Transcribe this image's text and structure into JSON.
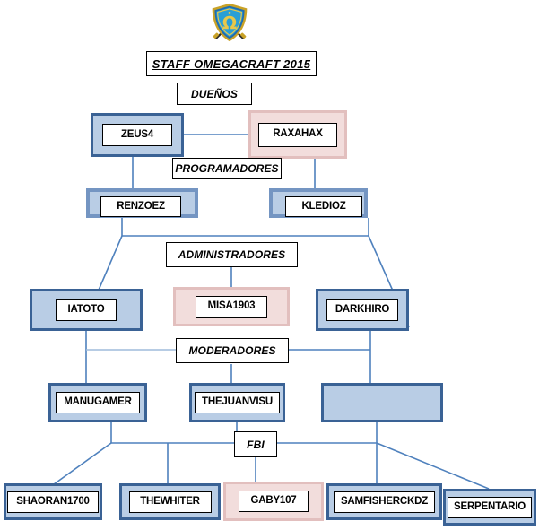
{
  "document": {
    "title": "STAFF OMEGACRAFT 2015",
    "logo": "omega-shield-crest"
  },
  "colors": {
    "blue_fill": "#b9cde5",
    "blue_border": "#3a6295",
    "blue_soft_border": "#7495c2",
    "pink_fill": "#f2dddc",
    "pink_border": "#e2bfbe",
    "connector": "#4f81bd",
    "plate_border": "#000000",
    "background": "#ffffff"
  },
  "sections": {
    "owners": "DUEÑOS",
    "programmers": "PROGRAMADORES",
    "administrators": "ADMINISTRADORES",
    "moderators": "MODERADORES",
    "fbi": "FBI"
  },
  "levels": [
    {
      "role": "DUEÑOS",
      "members": [
        {
          "name": "ZEUS4",
          "color": "blue"
        },
        {
          "name": "RAXAHAX",
          "color": "pink"
        }
      ]
    },
    {
      "role": "PROGRAMADORES",
      "members": [
        {
          "name": "RENZOEZ",
          "color": "blue-soft"
        },
        {
          "name": "KLEDIOZ",
          "color": "blue-soft"
        }
      ]
    },
    {
      "role": "ADMINISTRADORES",
      "members": [
        {
          "name": "IATOTO",
          "color": "blue"
        },
        {
          "name": "MISA1903",
          "color": "pink"
        },
        {
          "name": "DARKHIRO",
          "color": "blue"
        }
      ]
    },
    {
      "role": "MODERADORES",
      "members": [
        {
          "name": "MANUGAMER",
          "color": "blue"
        },
        {
          "name": "THEJUANVISU",
          "color": "blue"
        },
        {
          "name": "",
          "color": "blue"
        }
      ]
    },
    {
      "role": "FBI",
      "members": [
        {
          "name": "SHAORAN1700",
          "color": "blue"
        },
        {
          "name": "THEWHITER",
          "color": "blue"
        },
        {
          "name": "GABY107",
          "color": "pink"
        },
        {
          "name": "SAMFISHERCKDZ",
          "color": "blue"
        },
        {
          "name": "SERPENTARIO",
          "color": "blue"
        }
      ]
    }
  ]
}
